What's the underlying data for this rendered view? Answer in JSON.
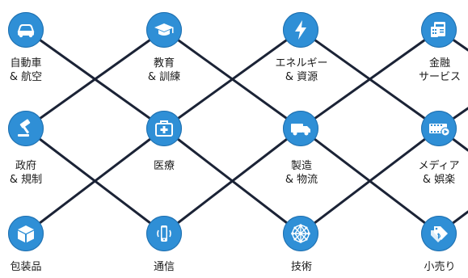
{
  "colors": {
    "node": "#2f8fd6",
    "line": "#1b2336",
    "icon": "#ffffff"
  },
  "nodes": {
    "automotive": {
      "icon": "car-icon",
      "line1": "自動車",
      "line2": "& 航空"
    },
    "education": {
      "icon": "graduation-icon",
      "line1": "教育",
      "line2": "& 訓練"
    },
    "energy": {
      "icon": "lightning-icon",
      "line1": "エネルギー",
      "line2": "& 資源"
    },
    "finance": {
      "icon": "finance-icon",
      "line1": "金融",
      "line2": "サービス"
    },
    "government": {
      "icon": "gavel-icon",
      "line1": "政府",
      "line2": "& 規制"
    },
    "healthcare": {
      "icon": "medical-kit-icon",
      "line1": "医療",
      "line2": ""
    },
    "manufacturing": {
      "icon": "truck-icon",
      "line1": "製造",
      "line2": "& 物流"
    },
    "media": {
      "icon": "film-icon",
      "line1": "メディア",
      "line2": "& 娯楽"
    },
    "packaging": {
      "icon": "box-icon",
      "line1": "包装品",
      "line2": ""
    },
    "telecom": {
      "icon": "phone-icon",
      "line1": "通信",
      "line2": ""
    },
    "technology": {
      "icon": "network-icon",
      "line1": "技術",
      "line2": ""
    },
    "retail": {
      "icon": "price-tag-icon",
      "line1": "小売り",
      "line2": ""
    }
  }
}
